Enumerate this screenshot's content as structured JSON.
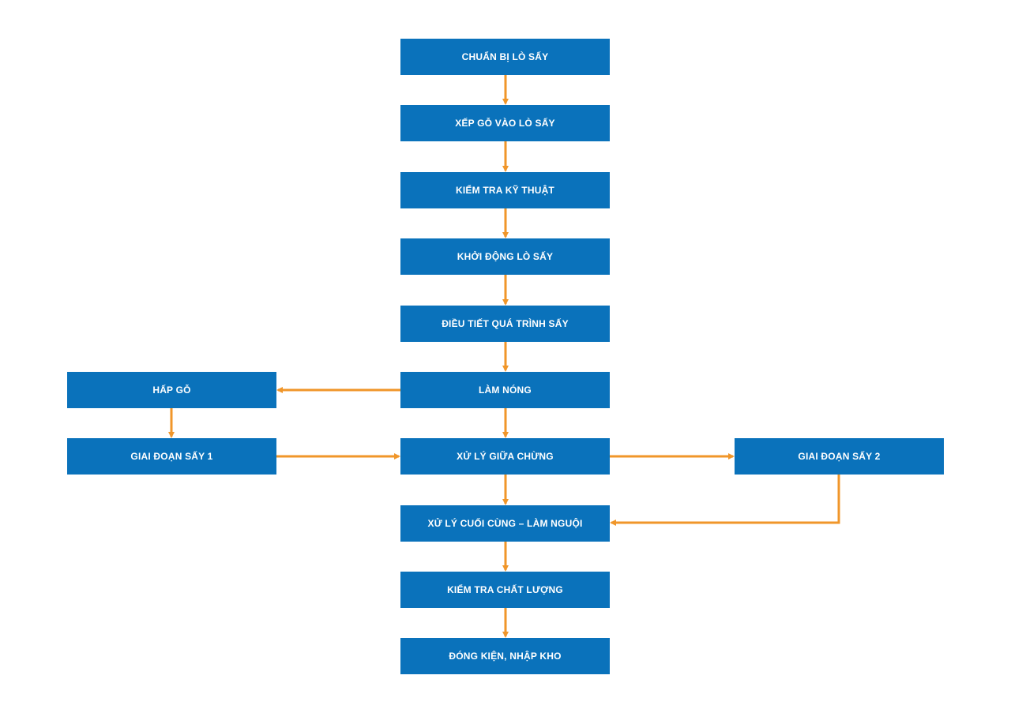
{
  "colors": {
    "box_fill": "#0a72bb",
    "box_text": "#ffffff",
    "arrow": "#f0962a"
  },
  "steps": {
    "s1": "CHUẨN BỊ LÒ SẤY",
    "s2": "XẾP GỖ VÀO LÒ SẤY",
    "s3": "KIỂM TRA KỸ THUẬT",
    "s4": "KHỞI ĐỘNG LÒ SẤY",
    "s5": "ĐIỀU TIẾT QUÁ TRÌNH SẤY",
    "s6": "LÀM NÓNG",
    "s7": "XỬ LÝ GIỮA CHỪNG",
    "s8": "XỬ LÝ CUỐI CÙNG – LÀM NGUỘI",
    "s9": "KIỂM TRA CHẤT LƯỢNG",
    "s10": "ĐÓNG KIỆN, NHẬP KHO",
    "left1": "HẤP GỖ",
    "left2": "GIAI ĐOẠN SẤY 1",
    "right1": "GIAI ĐOẠN SẤY 2"
  }
}
